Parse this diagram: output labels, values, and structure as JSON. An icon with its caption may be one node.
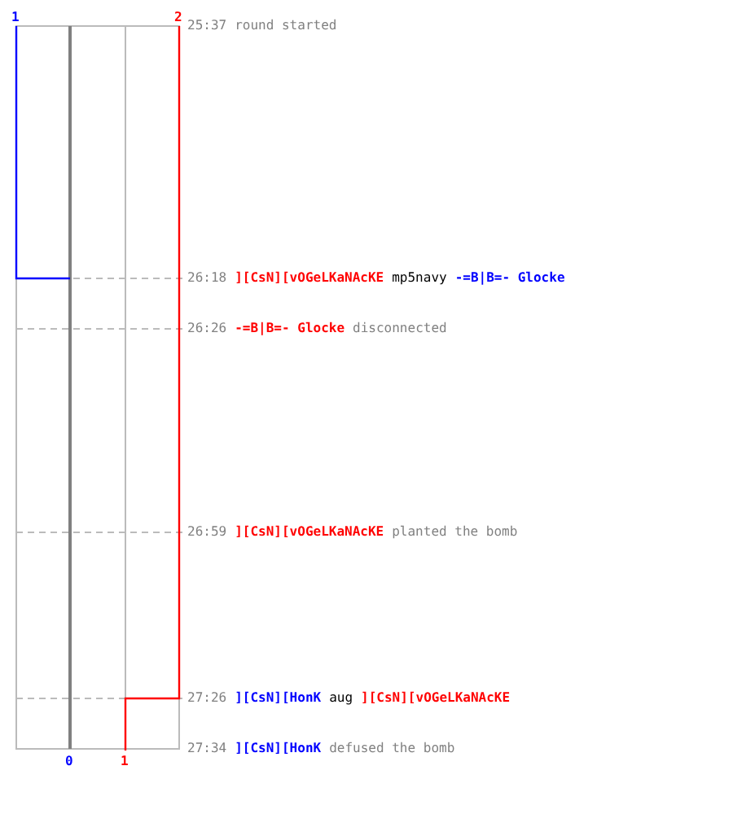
{
  "diagram": {
    "labels": [
      "1",
      "2",
      "25:37",
      "round started",
      "26:18",
      "][CsN][vOGeLKaNAcKE",
      "mp5navy",
      "-=B|B=- Glocke",
      "26:26",
      "-=B|B=- Glocke",
      "disconnected",
      "26:59",
      "][CsN][vOGeLKaNAcKE",
      "planted the bomb",
      "27:26",
      "][CsN][HonK",
      "aug",
      "][CsN][vOGeLKaNAcKE",
      "27:34",
      "][CsN][HonK",
      "defused the bomb",
      "0",
      "1"
    ]
  }
}
